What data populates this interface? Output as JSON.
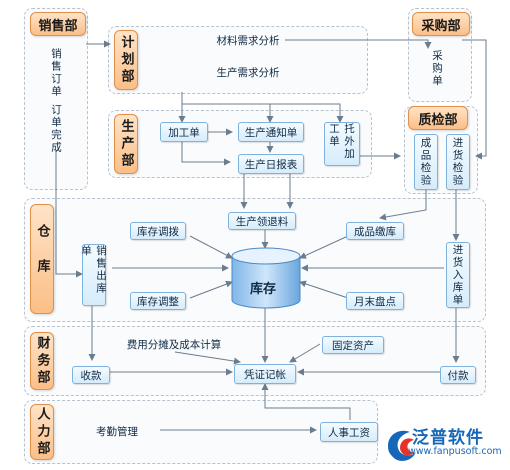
{
  "departments": {
    "sales": "销售部",
    "plan": "计划部",
    "purchase": "采购部",
    "production": "生产部",
    "qc": "质检部",
    "warehouse": "仓库",
    "finance": "财务部",
    "hr": "人力部"
  },
  "nodes": {
    "sales_order": "销售订单",
    "order_complete": "订单完成",
    "material_analysis": "材料需求分析",
    "production_analysis": "生产需求分析",
    "purchase_order": "采购单",
    "work_order": "加工单",
    "production_notice": "生产通知单",
    "daily_report": "生产日报表",
    "outsource_order": "托外加工单",
    "finished_inspection": "成品检验",
    "incoming_inspection": "进货检验",
    "stock_transfer": "库存调拨",
    "production_picking": "生产领退料",
    "finished_storage": "成品缴库",
    "sales_outbound": "销售出库单",
    "inventory": "库存",
    "stock_adjust": "库存调整",
    "month_end_count": "月末盘点",
    "purchase_inbound": "进货入库单",
    "cost_allocation": "费用分摊及成本计算",
    "fixed_assets": "固定资产",
    "receipt": "收款",
    "voucher": "凭证记帐",
    "payment": "付款",
    "attendance": "考勤管理",
    "payroll": "人事工资"
  },
  "logo": {
    "name": "泛普软件",
    "url": "www.fanpusoft.com"
  },
  "colors": {
    "dept_fill": "#fbbf87",
    "dept_border": "#e0904a",
    "node_fill": "#d6ecfb",
    "node_border": "#7fb2dc",
    "arrow": "#6b7c8c",
    "logo_blue": "#1667b8"
  }
}
